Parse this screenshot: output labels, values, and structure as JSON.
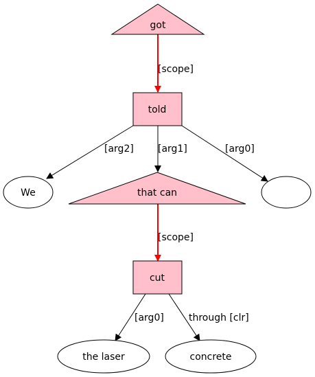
{
  "colors": {
    "node_fill": "#ffc0cb",
    "plain_fill": "#ffffff",
    "stroke": "#000000",
    "scope_edge": "#ff0000"
  },
  "nodes": {
    "got": "got",
    "told": "told",
    "we": "We",
    "that_can": "that can",
    "empty": "",
    "cut": "cut",
    "the_laser": "the laser",
    "concrete": "concrete"
  },
  "edges": {
    "got_told": "[scope]",
    "told_we": "[arg2]",
    "told_that_can": "[arg1]",
    "told_empty": "[arg0]",
    "that_can_cut": "[scope]",
    "cut_the_laser": "[arg0]",
    "cut_concrete": "through [clr]"
  }
}
